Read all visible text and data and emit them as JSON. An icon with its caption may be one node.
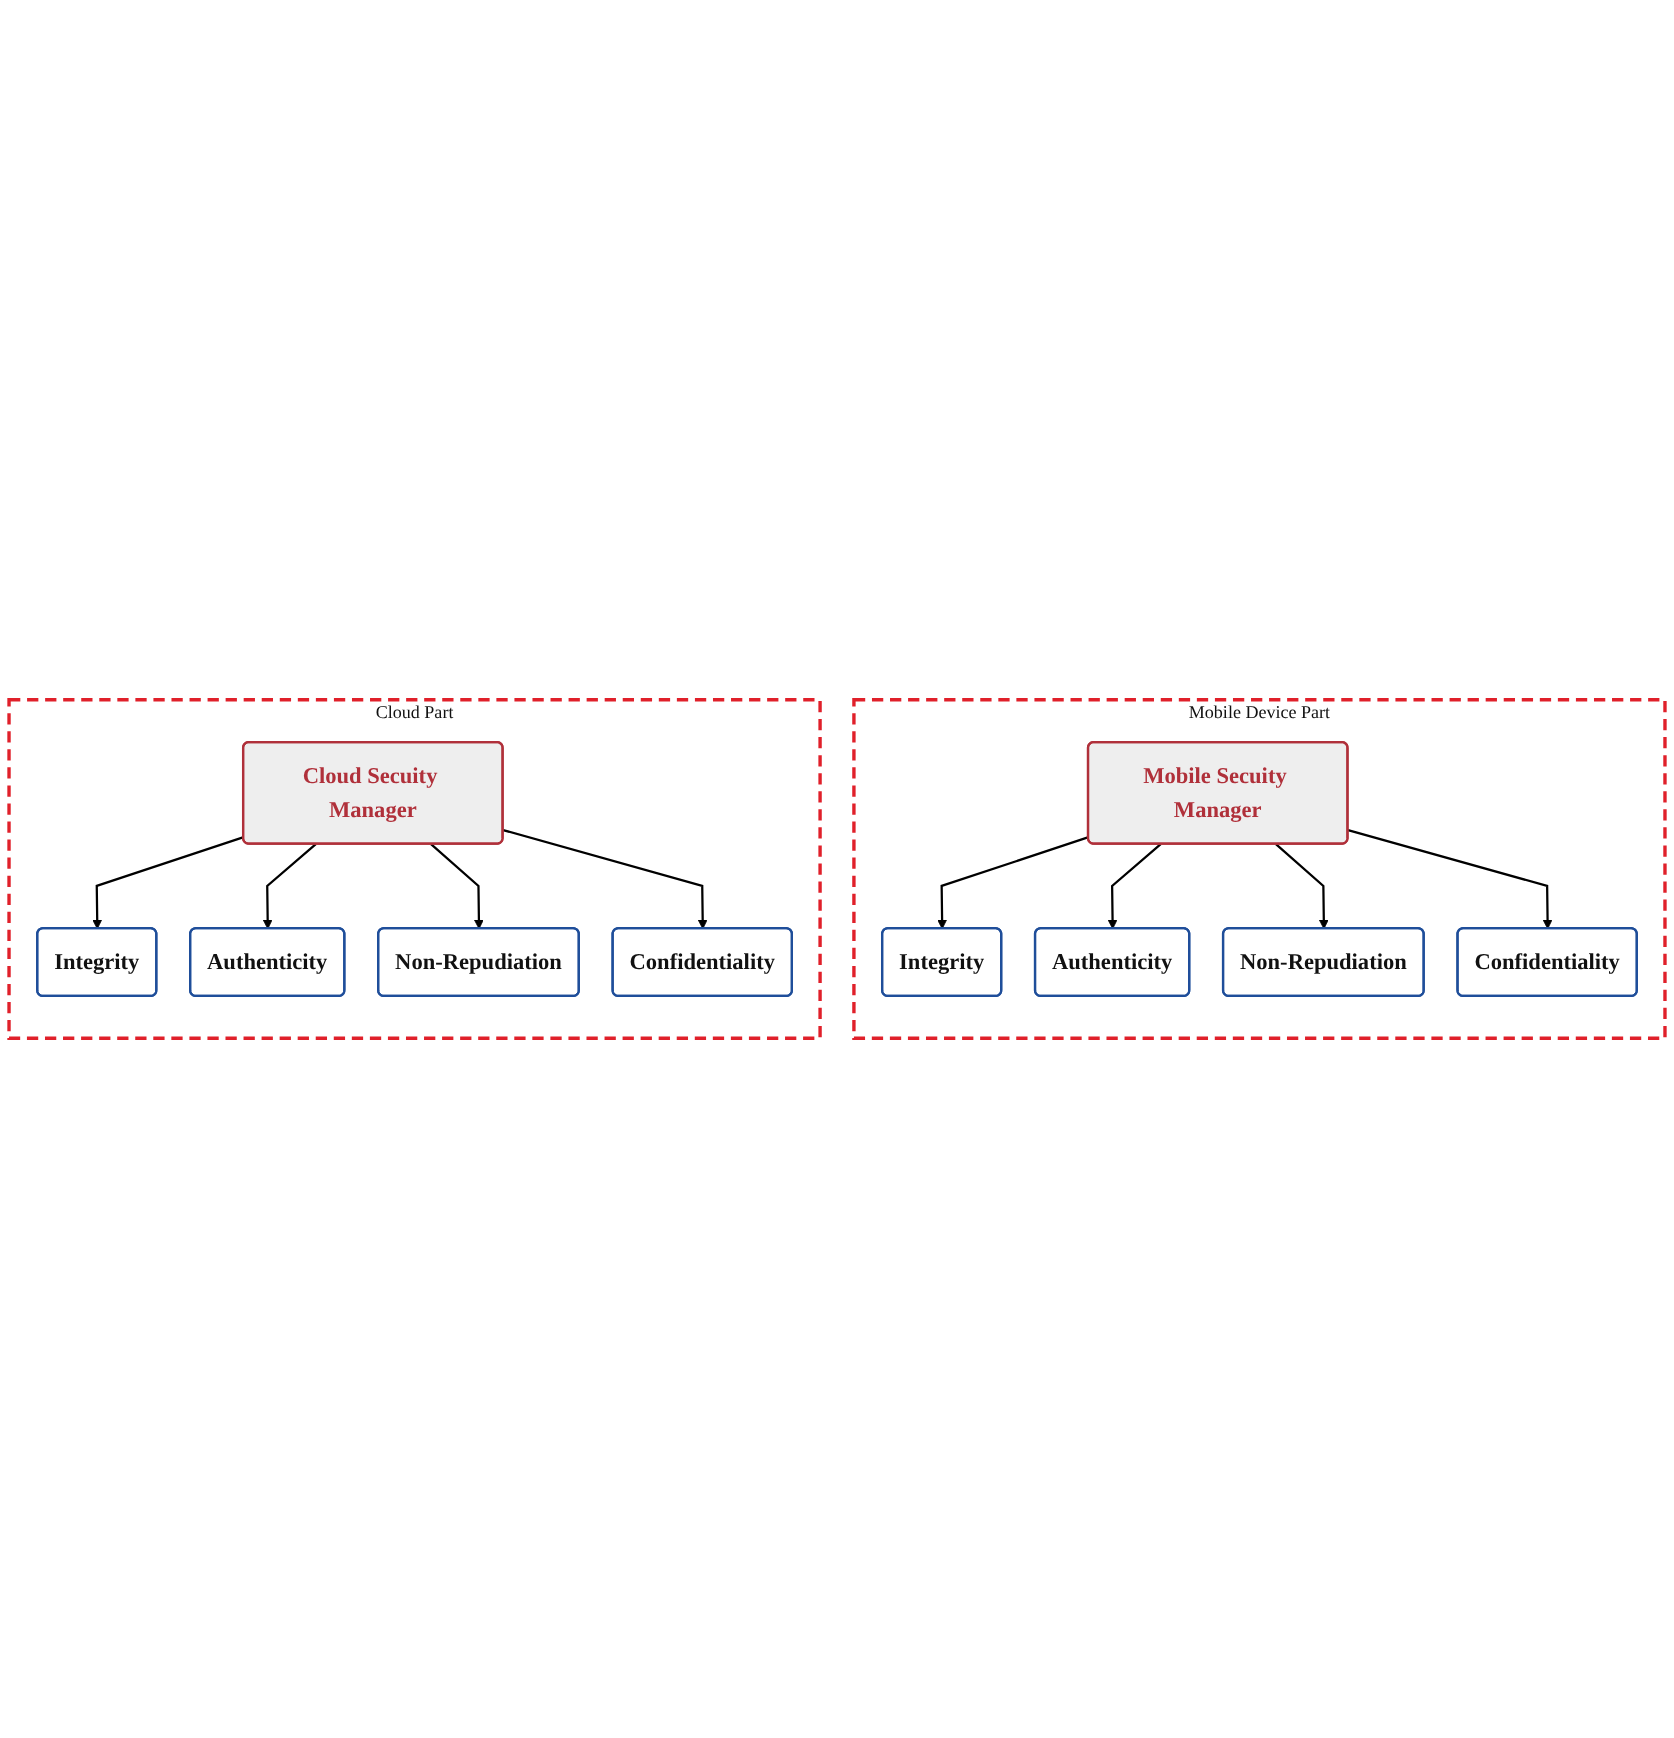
{
  "diagram": {
    "nodes": [
      {
        "text": [
          "Mobile Device Part"
        ]
      },
      {
        "text": [
          "Mobile Secuity Manager"
        ],
        "in": 0
      },
      {
        "text": [
          "Integrity"
        ],
        "in": 0
      },
      {
        "text": [
          "Confidentiality"
        ],
        "in": 0
      },
      {
        "text": [
          "Authenticity"
        ],
        "in": 0
      },
      {
        "text": [
          "Non-Repudiation"
        ],
        "in": 0
      },
      {
        "text": [
          "Cloud Part"
        ]
      },
      {
        "text": [
          "Cloud Secuity Manager"
        ],
        "in": 6
      },
      {
        "text": [
          "Integrity"
        ],
        "in": 6
      },
      {
        "text": [
          "Confidentiality"
        ],
        "in": 6
      },
      {
        "text": [
          "Authenticity"
        ],
        "in": 6
      },
      {
        "text": [
          "Non-Repudiation"
        ],
        "in": 6
      }
    ],
    "edges": [
      {
        "from": 1,
        "to": 2,
        "arrow": "to"
      },
      {
        "from": 1,
        "to": 4,
        "arrow": "to"
      },
      {
        "from": 1,
        "to": 5,
        "arrow": "to"
      },
      {
        "from": 1,
        "to": 3,
        "arrow": "to"
      },
      {
        "from": 7,
        "to": 8,
        "arrow": "to"
      },
      {
        "from": 7,
        "to": 10,
        "arrow": "to"
      },
      {
        "from": 7,
        "to": 11,
        "arrow": "to"
      },
      {
        "from": 7,
        "to": 9,
        "arrow": "to"
      }
    ]
  }
}
